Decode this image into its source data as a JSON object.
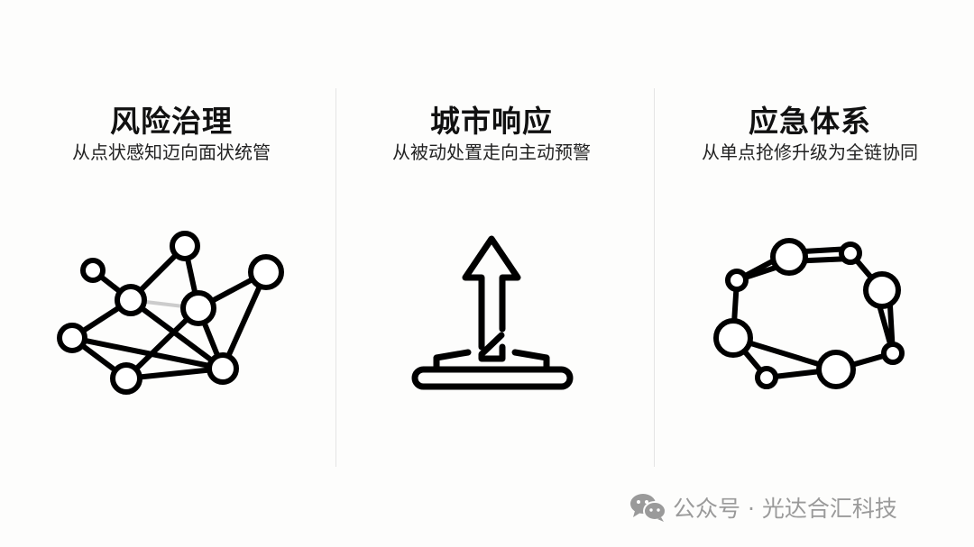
{
  "sections": [
    {
      "title": "风险治理",
      "subtitle": "从点状感知迈向面状统管",
      "icon": "network-icon"
    },
    {
      "title": "城市响应",
      "subtitle": "从被动处置走向主动预警",
      "icon": "upward-arrow-icon"
    },
    {
      "title": "应急体系",
      "subtitle": "从单点抢修升级为全链协同",
      "icon": "chain-ring-icon"
    }
  ],
  "footer": {
    "text": "公众号 · 光达合汇科技",
    "icon": "wechat-icon"
  }
}
